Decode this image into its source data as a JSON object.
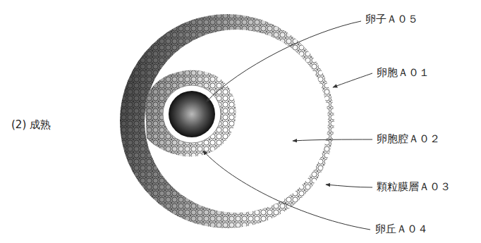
{
  "diagram": {
    "labels": [
      "(2) 成熟",
      "卵子Ａ０５",
      "卵胞Ａ０１",
      "卵胞腔Ａ０２",
      "顆粒膜層Ａ０３",
      "卵丘Ａ０４"
    ]
  }
}
